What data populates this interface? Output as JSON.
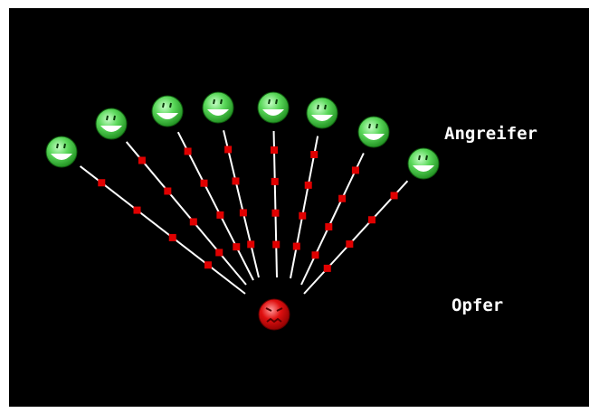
{
  "diagram": {
    "attackers_label": "Angreifer",
    "victim_label": "Opfer",
    "attacker_count": 8,
    "packets_per_line": 4,
    "colors": {
      "background": "#000000",
      "frame": "#ffffff",
      "line": "#ffffff",
      "packet": "#e00000",
      "attacker_face": "#3cc83c",
      "attacker_face_light": "#c8ffc8",
      "victim_face": "#e01010",
      "victim_face_light": "#ff9a9a",
      "text": "#ffffff"
    },
    "icons": {
      "attacker": "smiling-face-icon",
      "victim": "angry-face-icon"
    }
  }
}
